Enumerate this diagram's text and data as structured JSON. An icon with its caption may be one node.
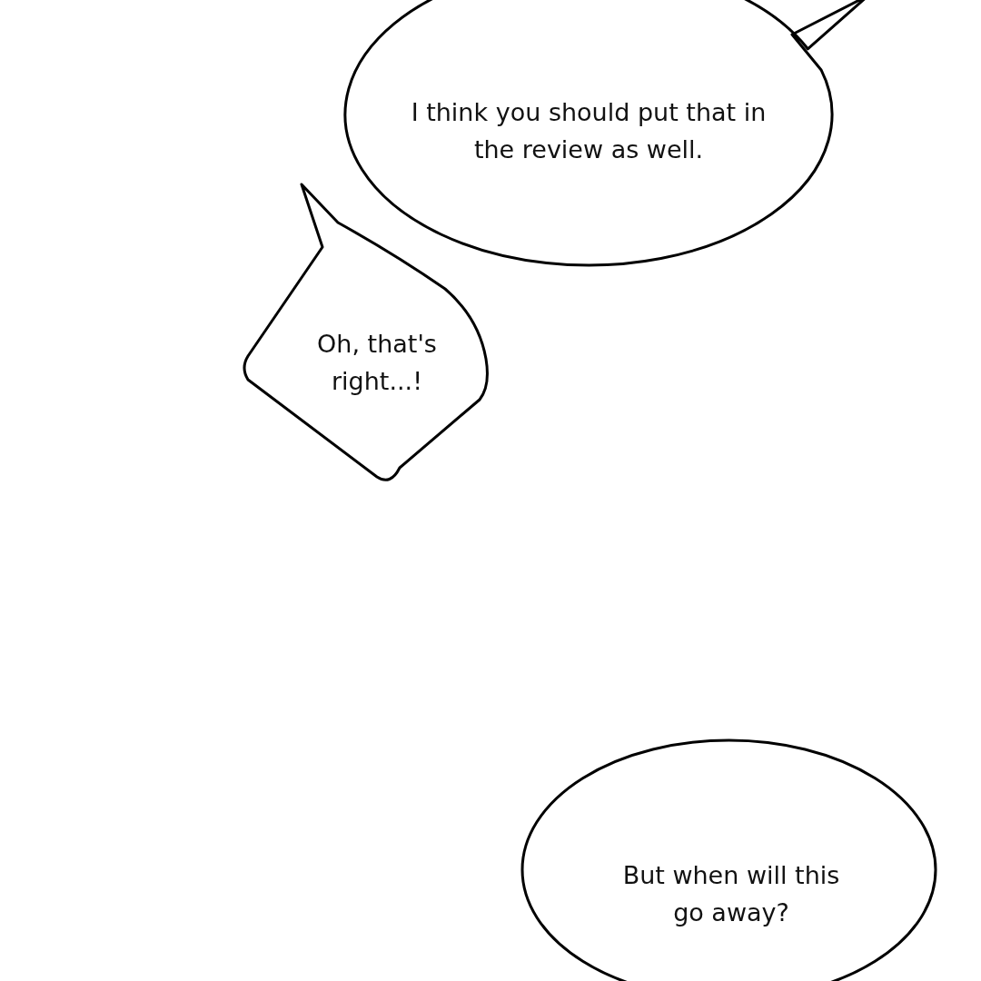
{
  "diagram": {
    "nodes": [
      {
        "text": [
          "I think you should put that in the review as well."
        ]
      },
      {
        "text": [
          "Oh, that's right...!"
        ]
      },
      {
        "text": [
          "But when will this go away?"
        ]
      }
    ]
  }
}
